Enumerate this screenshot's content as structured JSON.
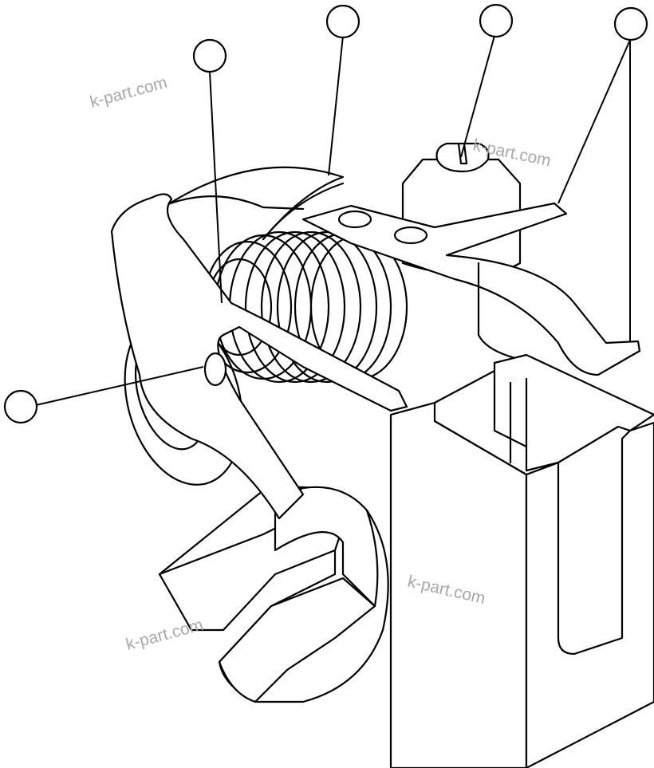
{
  "diagram": {
    "callout_count": 5,
    "watermarks": [
      "k-part.com",
      "k-part.com",
      "k-part.com",
      "k-part.com"
    ]
  }
}
